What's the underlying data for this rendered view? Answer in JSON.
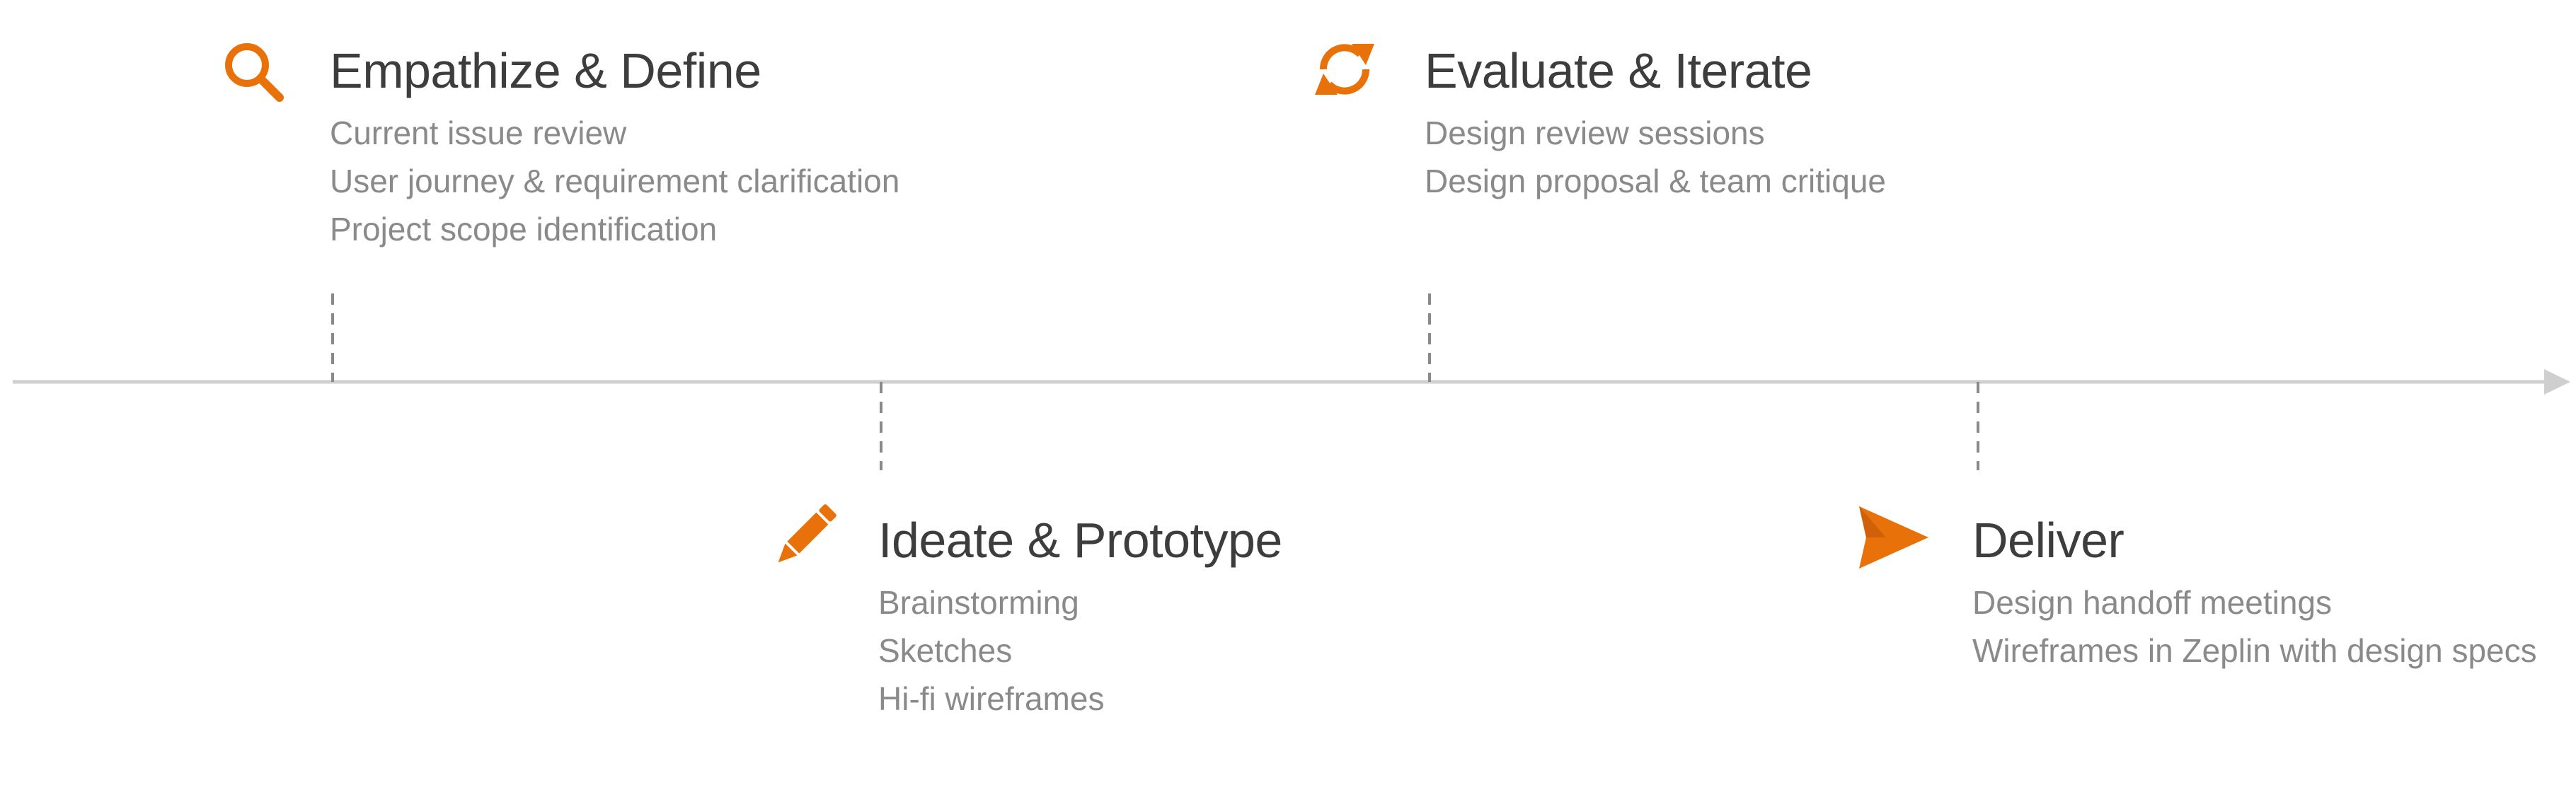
{
  "colors": {
    "accent": "#E8710A",
    "title": "#3D3D3D",
    "item": "#8A8A8A",
    "axis": "#CFCFCF",
    "tick": "#8A8A8A"
  },
  "phases": [
    {
      "title": "Empathize & Define",
      "icon": "search-icon",
      "items": [
        "Current issue review",
        "User journey & requirement clarification",
        "Project scope identification"
      ]
    },
    {
      "title": "Ideate & Prototype",
      "icon": "pencil-icon",
      "items": [
        "Brainstorming",
        "Sketches",
        "Hi-fi wireframes"
      ]
    },
    {
      "title": "Evaluate & Iterate",
      "icon": "refresh-icon",
      "items": [
        "Design review sessions",
        "Design proposal & team critique"
      ]
    },
    {
      "title": "Deliver",
      "icon": "send-icon",
      "items": [
        "Design handoff meetings",
        "Wireframes in Zeplin with design specs"
      ]
    }
  ]
}
